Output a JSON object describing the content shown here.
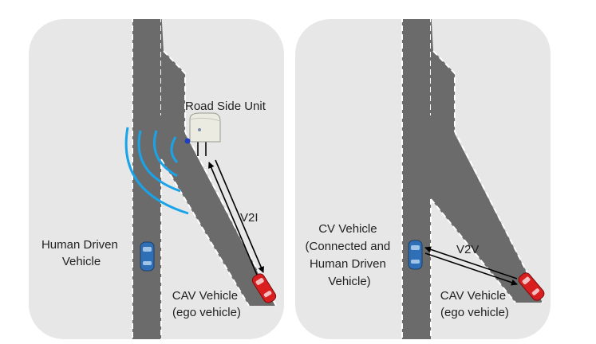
{
  "left_panel": {
    "rsu_label": "Road Side Unit",
    "v2i_label": "V2I",
    "human_vehicle_label": [
      "Human Driven",
      "Vehicle"
    ],
    "cav_label": [
      "CAV Vehicle",
      "(ego vehicle)"
    ]
  },
  "right_panel": {
    "v2v_label": "V2V",
    "cv_label": [
      "CV Vehicle",
      "(Connected and",
      "Human Driven",
      "Vehicle)"
    ],
    "cav_label": [
      "CAV Vehicle",
      "(ego vehicle)"
    ]
  },
  "colors": {
    "panel_bg": "#e7e7e7",
    "road": "#6b6b6b",
    "lane_dash": "#ffffff",
    "signal_arc": "#1aa3e8",
    "cav_car": "#d81e1e",
    "human_car": "#2f6fb5",
    "arrow": "#000000",
    "text": "#222222"
  }
}
